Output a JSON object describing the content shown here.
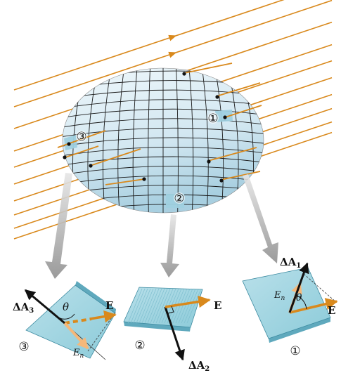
{
  "colors": {
    "field_line": "#d9891c",
    "surface_fill": "#d4e9f2",
    "surface_grid": "#1a1a1a",
    "patch_fill": "#9fd0df",
    "patch_edge": "#3c8aa0",
    "pointer_gray": "#9a9a9a",
    "vector_black": "#111111",
    "en_vector": "#f5b87a"
  },
  "icons": {
    "field_arrowhead": "triangle-arrowhead",
    "pointer_arrow": "gray-block-arrow",
    "right_angle": "right-angle-mark"
  },
  "surface": {
    "patch_labels": [
      "③",
      "②",
      "①"
    ]
  },
  "insets": {
    "patch3": {
      "number": "③",
      "area_vector": "ΔA",
      "area_sub": "3",
      "field": "E",
      "angle": "θ",
      "normal_component": "E",
      "normal_sub": "n"
    },
    "patch2": {
      "number": "②",
      "area_vector": "ΔA",
      "area_sub": "2",
      "field": "E"
    },
    "patch1": {
      "number": "①",
      "area_vector": "ΔA",
      "area_sub": "1",
      "field": "E",
      "angle": "θ",
      "normal_component": "E",
      "normal_sub": "n"
    }
  }
}
